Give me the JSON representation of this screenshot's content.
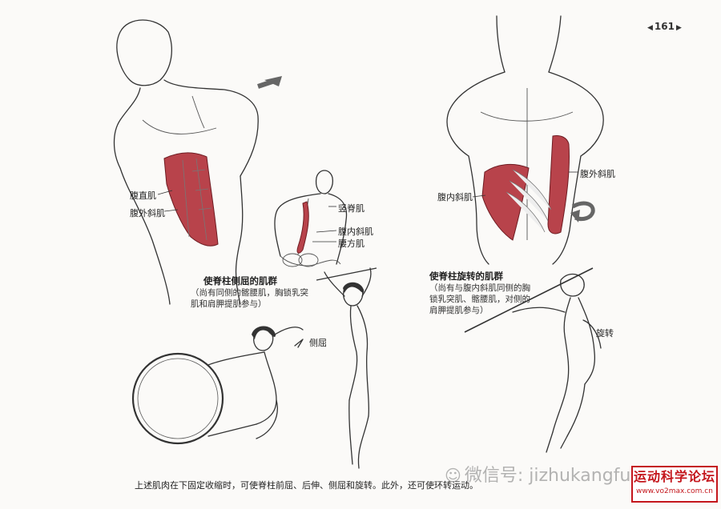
{
  "page_number": "161",
  "figures": {
    "left_torso": {
      "labels": [
        "腹直肌",
        "腹外斜肌"
      ]
    },
    "back_figure": {
      "labels": [
        "竖脊肌",
        "腹内斜肌",
        "腰方肌"
      ]
    },
    "right_torso": {
      "labels": [
        "腹外斜肌",
        "腹内斜肌"
      ]
    },
    "javelin": {
      "label": "旋转"
    },
    "hoop_gymnast": {
      "label": "侧屈"
    }
  },
  "captions": {
    "lateral": {
      "title": "使脊柱侧屈的肌群",
      "text": "（尚有同侧的髂腰肌，胸锁乳突肌和肩胛提肌参与）"
    },
    "rotation": {
      "title": "使脊柱旋转的肌群",
      "text": "（尚有与腹内斜肌同侧的胸锁乳突肌、髂腰肌，对侧的肩胛提肌参与）"
    }
  },
  "bottom_text": "上述肌肉在下固定收缩时，可使脊柱前屈、后伸、侧屈和旋转。此外，还可使环转运动。",
  "watermark": "微信号: jizhukangfu",
  "stamp": {
    "title": "运动科学论坛",
    "url": "www.vo2max.com.cn"
  },
  "colors": {
    "muscle": "#b8434b",
    "stamp": "#c4161c"
  }
}
